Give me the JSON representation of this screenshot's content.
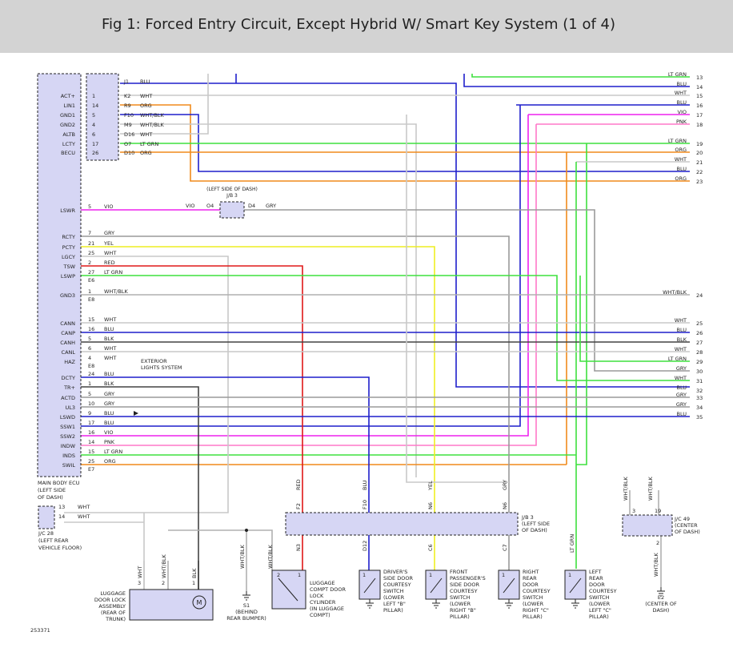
{
  "title": "Fig 1: Forced Entry Circuit, Except Hybrid W/ Smart Key System (1 of 4)",
  "colors": {
    "WHT": "#c8c8c8",
    "BLU": "#1f1fcc",
    "ORG": "#f08a1c",
    "LT GRN": "#3ee03e",
    "VIO": "#ee22ee",
    "PNK": "#ff78c8",
    "GRY": "#9a9a9a",
    "YEL": "#eeee22",
    "RED": "#e01818",
    "BLK": "#444444",
    "WHT/BLK": "#b0b0b0",
    "box": "#d6d6f4",
    "outline": "#222222"
  },
  "ecu": {
    "label_lines": [
      "MAIN BODY ECU",
      "(LEFT SIDE",
      "OF DASH)"
    ],
    "pins": [
      {
        "name": "ACT+",
        "num": "1",
        "conn": "K2",
        "color": "WHT"
      },
      {
        "name": "LIN1",
        "num": "14",
        "conn": "R9",
        "color": "ORG"
      },
      {
        "name": "GND1",
        "num": "5",
        "conn": "F10",
        "color": "WHT/BLK"
      },
      {
        "name": "GND2",
        "num": "4",
        "conn": "M9",
        "color": "WHT/BLK"
      },
      {
        "name": "ALTB",
        "num": "6",
        "conn": "D16",
        "color": "WHT"
      },
      {
        "name": "LCTY",
        "num": "17",
        "conn": "O7",
        "color": "LT GRN"
      },
      {
        "name": "BECU",
        "num": "26",
        "conn": "D10",
        "color": "ORG"
      },
      {
        "name": "LSWR",
        "num": "5",
        "conn": "",
        "color": "VIO"
      },
      {
        "name": "RCTY",
        "num": "7",
        "conn": "",
        "color": "GRY"
      },
      {
        "name": "PCTY",
        "num": "21",
        "conn": "",
        "color": "YEL"
      },
      {
        "name": "LGCY",
        "num": "25",
        "conn": "",
        "color": "WHT"
      },
      {
        "name": "TSW",
        "num": "2",
        "conn": "",
        "color": "RED"
      },
      {
        "name": "LSWP",
        "num": "27",
        "conn": "E6",
        "color": "LT GRN"
      },
      {
        "name": "GND3",
        "num": "1",
        "conn": "E8",
        "color": "WHT/BLK"
      },
      {
        "name": "CANN",
        "num": "15",
        "conn": "",
        "color": "WHT"
      },
      {
        "name": "CANP",
        "num": "16",
        "conn": "",
        "color": "BLU"
      },
      {
        "name": "CANH",
        "num": "5",
        "conn": "",
        "color": "BLK"
      },
      {
        "name": "CANL",
        "num": "6",
        "conn": "",
        "color": "WHT"
      },
      {
        "name": "HAZ",
        "num": "4",
        "conn": "E8",
        "color": "WHT"
      },
      {
        "name": "DCTY",
        "num": "24",
        "conn": "",
        "color": "BLU"
      },
      {
        "name": "TR+",
        "num": "1",
        "conn": "",
        "color": "BLK"
      },
      {
        "name": "ACTD",
        "num": "5",
        "conn": "",
        "color": "GRY"
      },
      {
        "name": "UL3",
        "num": "10",
        "conn": "",
        "color": "GRY"
      },
      {
        "name": "LSWD",
        "num": "9",
        "conn": "",
        "color": "BLU"
      },
      {
        "name": "SSW1",
        "num": "17",
        "conn": "",
        "color": "BLU"
      },
      {
        "name": "SSW2",
        "num": "16",
        "conn": "",
        "color": "VIO"
      },
      {
        "name": "INDW",
        "num": "14",
        "conn": "",
        "color": "PNK"
      },
      {
        "name": "INDS",
        "num": "15",
        "conn": "",
        "color": "LT GRN"
      },
      {
        "name": "SWIL",
        "num": "25",
        "conn": "E7",
        "color": "ORG"
      }
    ]
  },
  "top_connector": {
    "num": "J1",
    "color": "BLU"
  },
  "right_refs": [
    {
      "num": "13",
      "color": "LT GRN"
    },
    {
      "num": "14",
      "color": "BLU"
    },
    {
      "num": "15",
      "color": "WHT"
    },
    {
      "num": "16",
      "color": "BLU"
    },
    {
      "num": "17",
      "color": "VIO"
    },
    {
      "num": "18",
      "color": "PNK"
    },
    {
      "num": "19",
      "color": "LT GRN"
    },
    {
      "num": "20",
      "color": "ORG"
    },
    {
      "num": "21",
      "color": "WHT"
    },
    {
      "num": "22",
      "color": "BLU"
    },
    {
      "num": "23",
      "color": "ORG"
    },
    {
      "num": "24",
      "color": "WHT/BLK"
    },
    {
      "num": "25",
      "color": "WHT"
    },
    {
      "num": "26",
      "color": "BLU"
    },
    {
      "num": "27",
      "color": "BLK"
    },
    {
      "num": "28",
      "color": "WHT"
    },
    {
      "num": "29",
      "color": "LT GRN"
    },
    {
      "num": "30",
      "color": "GRY"
    },
    {
      "num": "31",
      "color": "WHT"
    },
    {
      "num": "32",
      "color": "BLU"
    },
    {
      "num": "33",
      "color": "GRY"
    },
    {
      "num": "34",
      "color": "GRY"
    },
    {
      "num": "35",
      "color": "BLU"
    }
  ],
  "jb3_small": {
    "label_lines": [
      "(LEFT SIDE OF DASH)",
      "J/B 3"
    ],
    "left_pin": "O4",
    "right_pin": "D4",
    "left_color": "VIO",
    "right_color": "GRY"
  },
  "exterior_note": [
    "EXTERIOR",
    "LIGHTS SYSTEM"
  ],
  "jc28": {
    "pins": [
      {
        "num": "13",
        "color": "WHT"
      },
      {
        "num": "14",
        "color": "WHT"
      }
    ],
    "label_lines": [
      "J/C 28",
      "(LEFT REAR",
      "VEHICLE FLOOR)"
    ]
  },
  "jb3_bottom": {
    "label_lines": [
      "J/B 3",
      "(LEFT SIDE",
      "OF DASH)"
    ],
    "top_pins": [
      {
        "num": "F2",
        "color": "RED"
      },
      {
        "num": "F10",
        "color": "BLU"
      },
      {
        "num": "N6",
        "color": "YEL"
      },
      {
        "num": "N6",
        "color": "GRY"
      }
    ],
    "bottom_pins": [
      {
        "num": "N3",
        "color": "RED"
      },
      {
        "num": "D12",
        "color": "BLU"
      },
      {
        "num": "C6",
        "color": "YEL"
      },
      {
        "num": "C7",
        "color": "GRY"
      }
    ]
  },
  "jc49": {
    "label_lines": [
      "J/C 49",
      "(CENTER",
      "OF DASH)"
    ],
    "pins": [
      {
        "num": "3",
        "color": "WHT/BLK"
      },
      {
        "num": "19",
        "color": "WHT/BLK"
      }
    ],
    "bottom_pin": "2",
    "bottom_color": "WHT/BLK"
  },
  "ground_e2": [
    "E2",
    "(CENTER OF",
    "DASH)"
  ],
  "ground_s1": [
    "S1",
    "(BEHIND",
    "REAR BUMPER)"
  ],
  "lift_ltgrn": "LT GRN",
  "wire_whtblk": "WHT/BLK",
  "components": [
    {
      "label_lines": [
        "LUGGAGE",
        "DOOR LOCK",
        "ASSEMBLY",
        "(REAR OF",
        "TRUNK)"
      ],
      "pins": [
        "3",
        "2",
        "1"
      ],
      "wires": [
        "WHT",
        "WHT/BLK",
        "BLK"
      ],
      "motor": "M"
    },
    {
      "label_lines": [
        "LUGGAGE",
        "COMPT DOOR",
        "LOCK",
        "CYLINDER",
        "(IN LUGGAGE",
        "COMPT)"
      ],
      "pins": [
        "2",
        "1"
      ]
    },
    {
      "label_lines": [
        "DRIVER'S",
        "SIDE DOOR",
        "COURTESY",
        "SWITCH",
        "(LOWER",
        "LEFT \"B\"",
        "PILLAR)"
      ],
      "pins": [
        "1"
      ]
    },
    {
      "label_lines": [
        "FRONT",
        "PASSENGER'S",
        "SIDE DOOR",
        "COURTESY",
        "SWITCH",
        "(LOWER",
        "RIGHT \"B\"",
        "PILLAR)"
      ],
      "pins": [
        "1"
      ]
    },
    {
      "label_lines": [
        "RIGHT",
        "REAR",
        "DOOR",
        "COURTESY",
        "SWITCH",
        "(LOWER",
        "RIGHT \"C\"",
        "PILLAR)"
      ],
      "pins": [
        "1"
      ]
    },
    {
      "label_lines": [
        "LEFT",
        "REAR",
        "DOOR",
        "COURTESY",
        "SWITCH",
        "(LOWER",
        "LEFT \"C\"",
        "PILLAR)"
      ],
      "pins": [
        "1"
      ]
    }
  ],
  "ref_id": "253371"
}
